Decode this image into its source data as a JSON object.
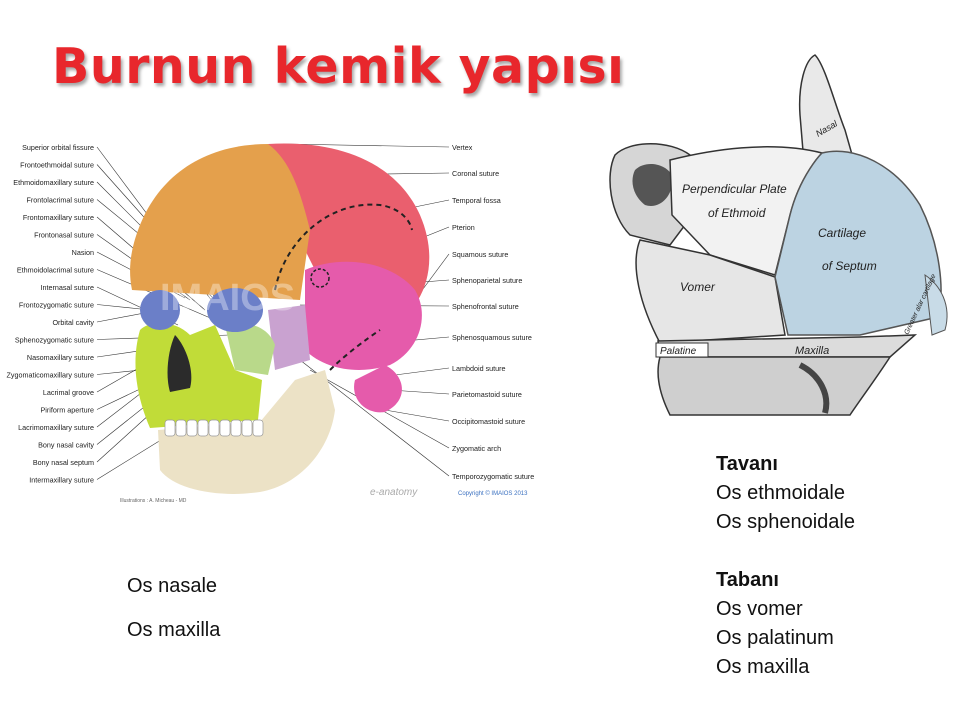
{
  "slide": {
    "title": "Burnun kemik yapısı"
  },
  "skull": {
    "left_labels": [
      "Superior orbital fissure",
      "Frontoethmoidal suture",
      "Ethmoidomaxillary suture",
      "Frontolacrimal suture",
      "Frontomaxillary suture",
      "Frontonasal suture",
      "Nasion",
      "Ethmoidolacrimal suture",
      "Internasal suture",
      "Frontozygomatic suture",
      "Orbital cavity",
      "Sphenozygomatic suture",
      "Nasomaxillary suture",
      "Zygomaticomaxillary suture",
      "Lacrimal groove",
      "Piriform aperture",
      "Lacrimomaxillary suture",
      "Bony nasal cavity",
      "Bony nasal septum",
      "Intermaxillary suture"
    ],
    "right_labels": [
      "Vertex",
      "Coronal suture",
      "Temporal fossa",
      "Pterion",
      "Squamous suture",
      "Sphenoparietal suture",
      "Sphenofrontal suture",
      "Sphenosquamous suture",
      "Lambdoid suture",
      "Parietomastoid suture",
      "Occipitomastoid suture",
      "Zygomatic arch",
      "Temporozygomatic suture"
    ],
    "watermark": "IMAIOS",
    "illustration_credit": "Illustrations : A. Micheau - MD",
    "e_anatomy": "e-anatomy",
    "copyright": "Copyright © IMAIOS 2013",
    "colors": {
      "frontal": "#e4a04c",
      "parietal": "#ea5f6e",
      "temporal": "#e55bab",
      "zygomatic": "#b9d98a",
      "maxilla": "#c1dc38",
      "sphenoid": "#c9a2d0",
      "orbit": "#6b7fc8",
      "mandible": "#ece2c6",
      "teeth": "#ffffff"
    }
  },
  "septum": {
    "labels": {
      "perpendicular_plate_1": "Perpendicular Plate",
      "perpendicular_plate_2": "of Ethmoid",
      "cartilage_1": "Cartilage",
      "cartilage_2": "of Septum",
      "vomer": "Vomer",
      "palatine": "Palatine",
      "maxilla": "Maxilla",
      "nasal": "Nasal",
      "greater_alar": "Greater alar cartilage"
    },
    "colors": {
      "cartilage": "#bcd3e2"
    }
  },
  "left_list": {
    "item1": "Os nasale",
    "item2": "Os maxilla"
  },
  "right_list": {
    "roof_heading": "Tavanı",
    "roof_1": "Os ethmoidale",
    "roof_2": "Os sphenoidale",
    "floor_heading": "Tabanı",
    "floor_1": "Os vomer",
    "floor_2": "Os palatinum",
    "floor_3": "Os maxilla"
  }
}
